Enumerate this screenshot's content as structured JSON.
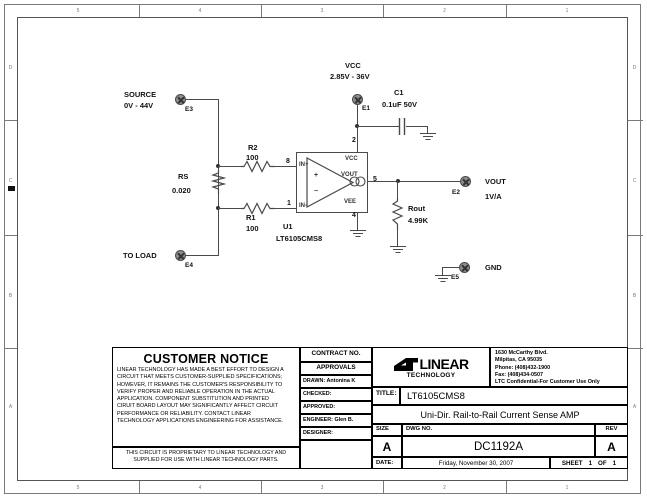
{
  "sheet": {
    "zones_top": [
      "5",
      "4",
      "3",
      "2",
      "1"
    ],
    "zones_side": [
      "D",
      "C",
      "B",
      "A"
    ]
  },
  "schematic": {
    "nets": {
      "source": {
        "label": "SOURCE",
        "value": "0V - 44V",
        "terminal": "E3"
      },
      "to_load": {
        "label": "TO LOAD",
        "terminal": "E4"
      },
      "vcc": {
        "label": "VCC",
        "value": "2.85V - 36V",
        "terminal": "E1"
      },
      "vout": {
        "label": "VOUT",
        "value": "1V/A",
        "terminal": "E2"
      },
      "gnd": {
        "label": "GND",
        "terminal": "E5"
      }
    },
    "components": [
      {
        "ref": "RS",
        "value": "0.020",
        "type": "resistor"
      },
      {
        "ref": "R2",
        "value": "100",
        "type": "resistor"
      },
      {
        "ref": "R1",
        "value": "100",
        "type": "resistor"
      },
      {
        "ref": "C1",
        "value": "0.1uF 50V",
        "type": "capacitor"
      },
      {
        "ref": "Rout",
        "value": "4.99K",
        "type": "resistor"
      },
      {
        "ref": "U1",
        "value": "LT6105CMS8",
        "type": "ic"
      }
    ],
    "ic": {
      "ref": "U1",
      "part": "LT6105CMS8",
      "pins": [
        {
          "num": "8",
          "name": "IN+"
        },
        {
          "num": "1",
          "name": "IN-"
        },
        {
          "num": "2",
          "name": "VCC"
        },
        {
          "num": "5",
          "name": "VOUT"
        },
        {
          "num": "4",
          "name": "VEE"
        }
      ],
      "plus": "+",
      "minus": "−"
    }
  },
  "title_block": {
    "customer_notice": {
      "heading": "CUSTOMER NOTICE",
      "lines": [
        "LINEAR TECHNOLOGY HAS MADE A BEST EFFORT TO DESIGN A",
        "CIRCUIT THAT MEETS CUSTOMER-SUPPLIED SPECIFICATIONS;",
        "HOWEVER, IT REMAINS THE CUSTOMER'S RESPONSIBILITY TO",
        "VERIFY PROPER AND RELIABLE OPERATION IN THE ACTUAL",
        "APPLICATION.  COMPONENT SUBSTITUTION AND PRINTED",
        "CIRUIT BOARD LAYOUT MAY SIGNIFICANTLY AFFECT CIRCUIT",
        "PERFORMANCE OR RELIABILITY.  CONTACT LINEAR",
        "TECHNOLOGY APPLICATIONS ENGINEERING FOR ASSISTANCE."
      ],
      "footer": [
        "THIS CIRCUIT IS PROPRIETARY TO LINEAR TECHNOLOGY AND",
        "SUPPLIED FOR USE WITH LINEAR TECHNOLOGY PARTS."
      ]
    },
    "contract_label": "CONTRACT NO.",
    "approvals_label": "APPROVALS",
    "approvals": [
      {
        "role": "DRAWN:",
        "name": "Antonina K"
      },
      {
        "role": "CHECKED:",
        "name": ""
      },
      {
        "role": "APPROVED:",
        "name": ""
      },
      {
        "role": "ENGINEER:",
        "name": "Glen B."
      },
      {
        "role": "DESIGNER:",
        "name": ""
      }
    ],
    "company": {
      "logo_word": "LINEAR",
      "logo_sub": "TECHNOLOGY",
      "address": [
        "1630 McCarthy Blvd.",
        "Milpitas, CA 95035",
        "Phone: (408)432-1900",
        "Fax: (408)434-0507",
        "LTC Confidential-For Customer Use Only"
      ]
    },
    "title_label": "TITLE:",
    "title_line1": "LT6105CMS8",
    "title_line2": "Uni-Dir. Rail-to-Rail Current Sense AMP",
    "size_label": "SIZE",
    "size_value": "A",
    "dwg_label": "DWG NO.",
    "dwg_value": "DC1192A",
    "rev_label": "REV",
    "rev_value": "A",
    "date_label": "DATE:",
    "date_value": "Friday, November 30, 2007",
    "sheet_label": "SHEET",
    "sheet_num": "1",
    "sheet_of": "OF",
    "sheet_total": "1"
  }
}
